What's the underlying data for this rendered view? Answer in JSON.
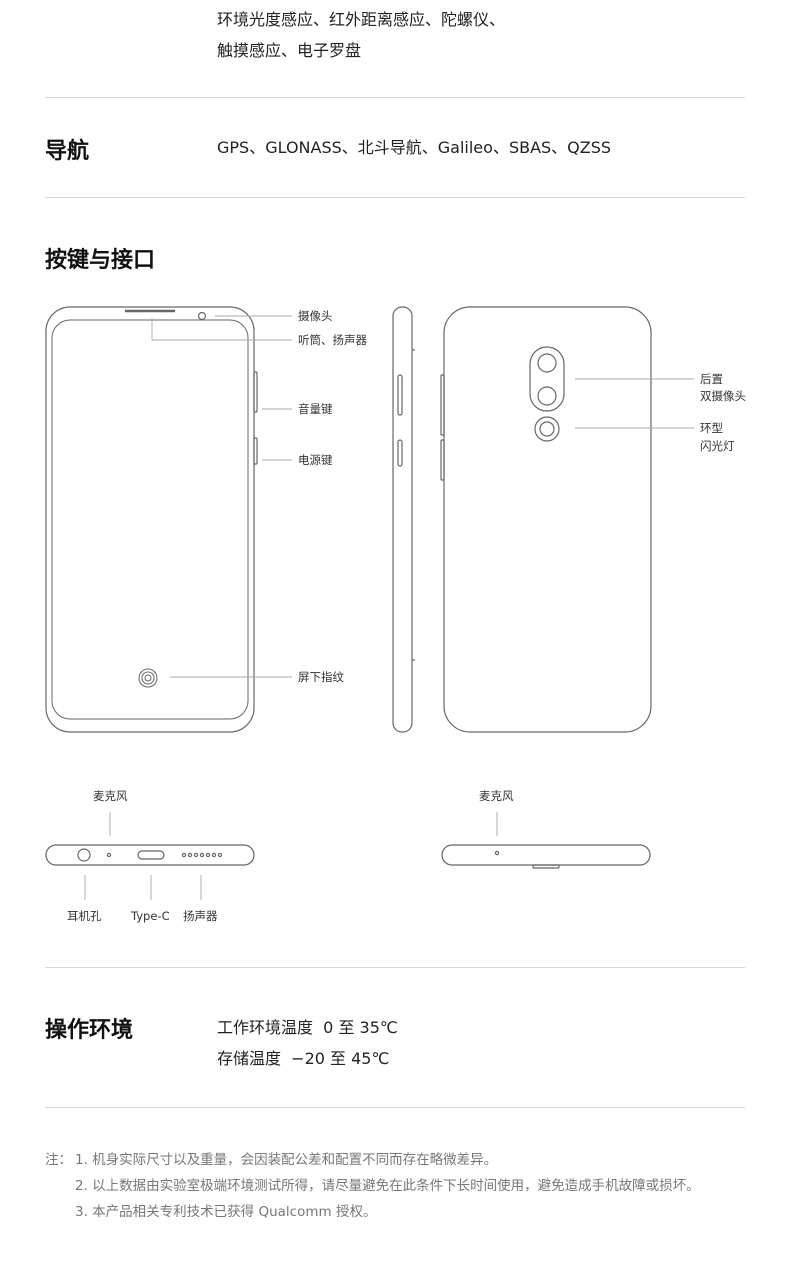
{
  "sensors": {
    "line1": "环境光度感应、红外距离感应、陀螺仪、",
    "line2": "触摸感应、电子罗盘"
  },
  "navigation": {
    "title": "导航",
    "value": "GPS、GLONASS、北斗导航、Galileo、SBAS、QZSS"
  },
  "buttons_ports": {
    "title": "按键与接口",
    "labels": {
      "camera": "摄像头",
      "earpiece": "听筒、扬声器",
      "volume": "音量键",
      "power": "电源键",
      "fingerprint": "屏下指纹",
      "rear_camera_1": "后置",
      "rear_camera_2": "双摄像头",
      "flash_1": "环型",
      "flash_2": "闪光灯",
      "mic_bottom": "麦克风",
      "mic_top": "麦克风",
      "headphone": "耳机孔",
      "typec": "Type-C",
      "speaker": "扬声器"
    }
  },
  "environment": {
    "title": "操作环境",
    "operating": "工作环境温度  0 至 35℃",
    "storage": "存储温度  −20 至 45℃"
  },
  "notes": {
    "prefix": "注：",
    "items": [
      "1. 机身实际尺寸以及重量，会因装配公差和配置不同而存在略微差异。",
      "2. 以上数据由实验室极端环境测试所得，请尽量避免在此条件下长时间使用，避免造成手机故障或损坏。",
      "3. 本产品相关专利技术已获得 Qualcomm 授权。"
    ]
  }
}
